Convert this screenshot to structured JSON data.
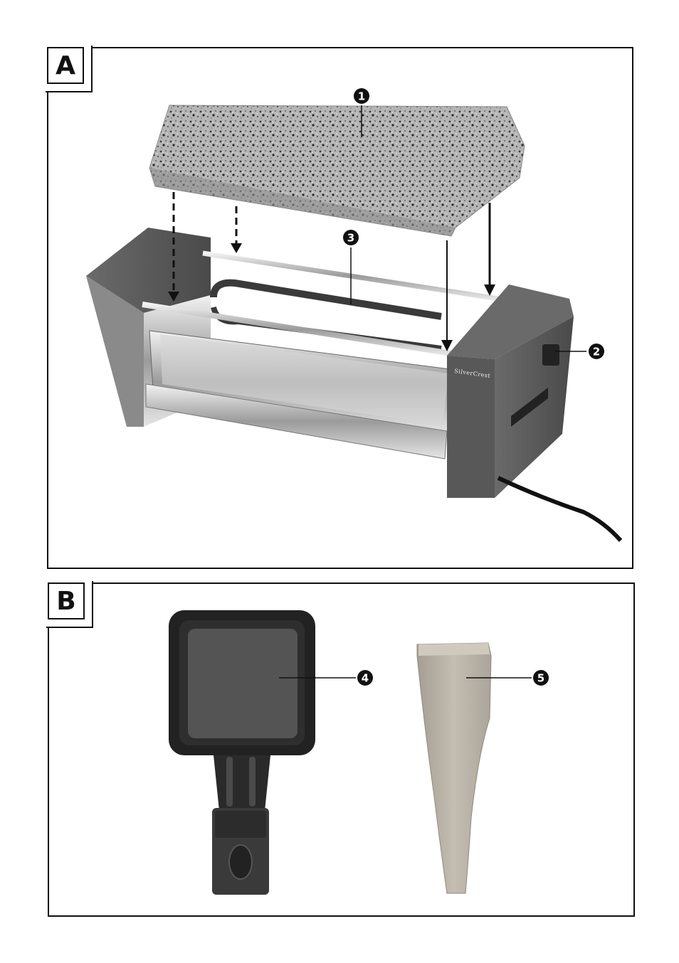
{
  "panels": {
    "a": {
      "label": "A"
    },
    "b": {
      "label": "B"
    }
  },
  "callouts": {
    "c1": "1",
    "c2": "2",
    "c3": "3",
    "c4": "4",
    "c5": "5"
  },
  "brand_text": "SilverCrest",
  "colors": {
    "frame": "#111111",
    "stone": "#9a9a9a",
    "body": "#5a5a5a",
    "wood": "#b9b2a6"
  }
}
